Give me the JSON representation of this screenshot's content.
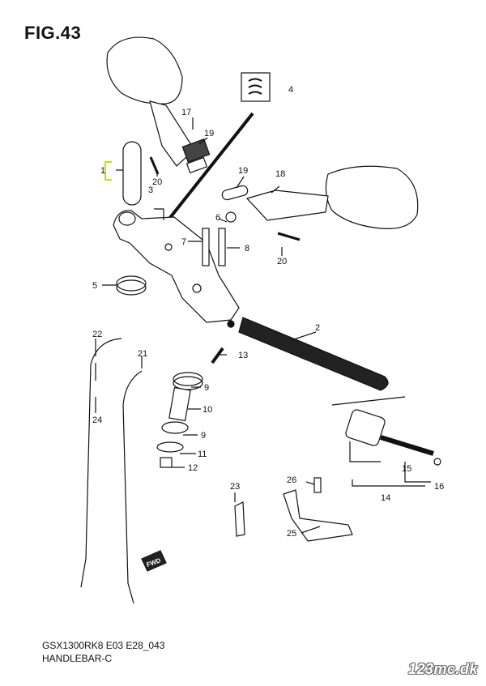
{
  "figure": {
    "title": "FIG.43",
    "model_code": "GSX1300RK8 E03 E28_043",
    "subtitle": "HANDLEBAR-C",
    "watermark": "123mc.dk",
    "direction_label": "FWD",
    "highlight_color": "#c8e000"
  },
  "callouts": [
    "1",
    "2",
    "3",
    "4",
    "5",
    "6",
    "7",
    "8",
    "9",
    "9",
    "10",
    "11",
    "12",
    "13",
    "14",
    "15",
    "16",
    "17",
    "18",
    "19",
    "19",
    "20",
    "20",
    "21",
    "22",
    "23",
    "24",
    "25",
    "26"
  ]
}
